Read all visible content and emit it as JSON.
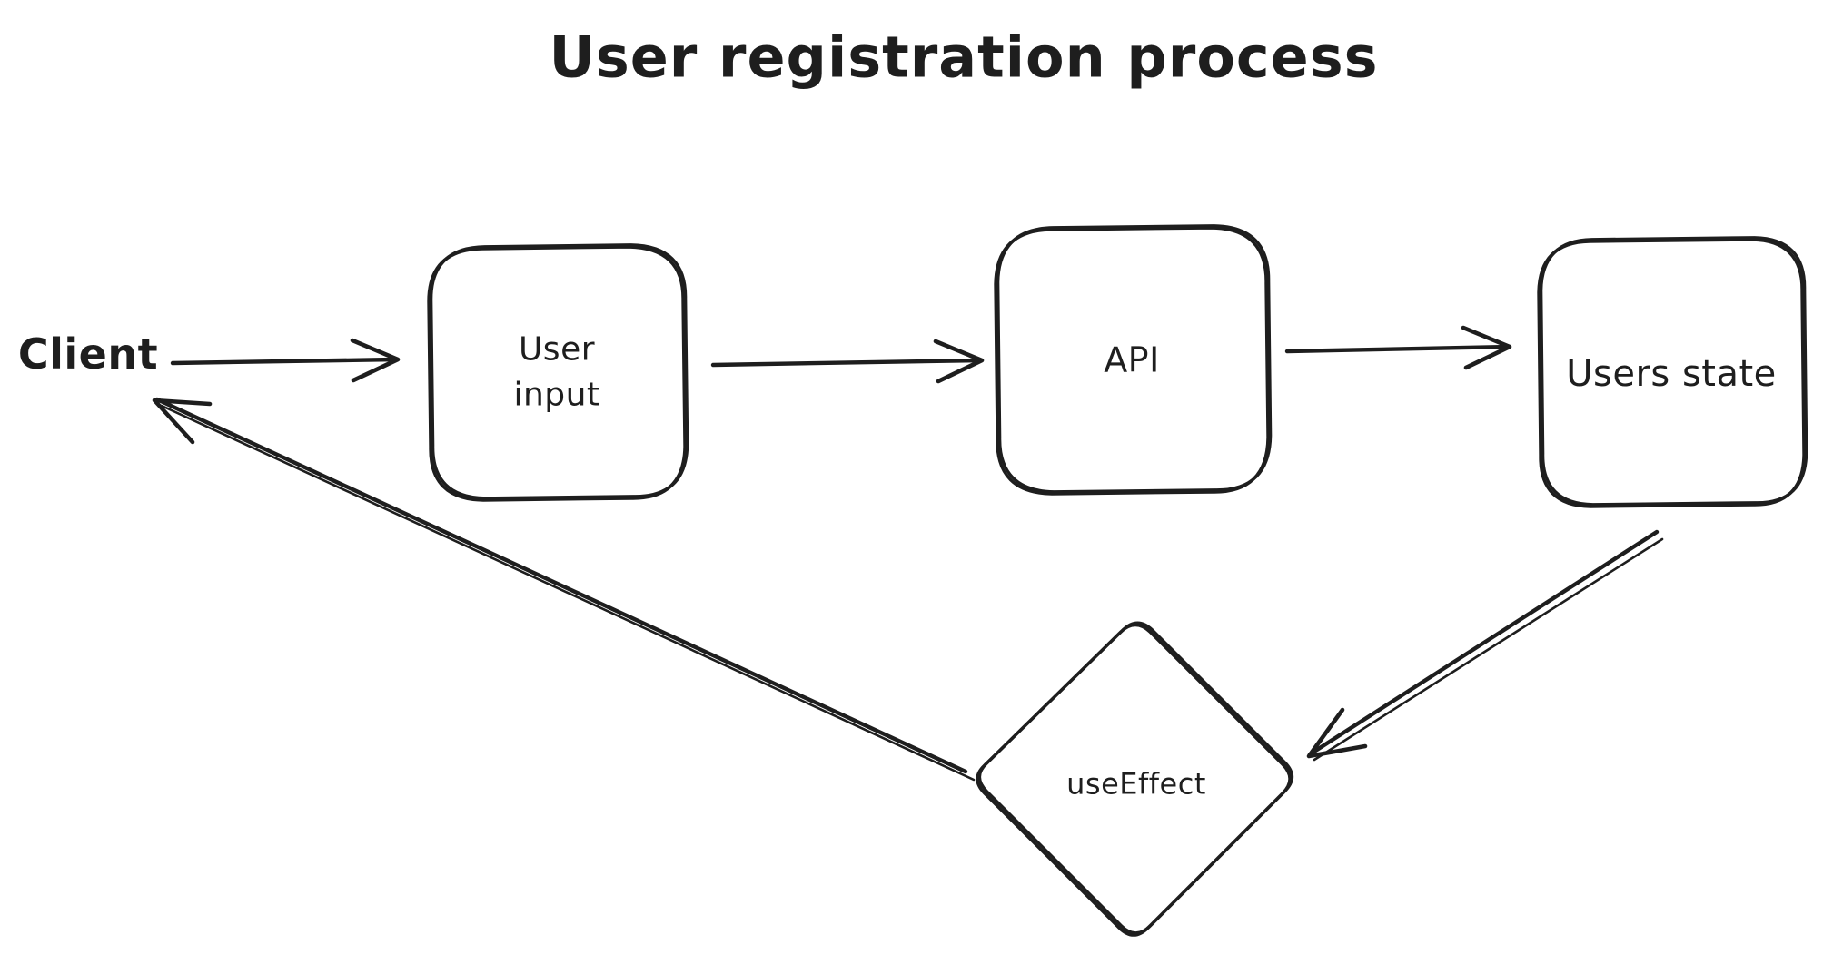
{
  "diagram": {
    "title": "User registration process",
    "colors": {
      "ink": "#1e1e1e",
      "background": "#ffffff"
    },
    "nodes": {
      "client": {
        "label": "Client",
        "shape": "text"
      },
      "user_input": {
        "label": "User\ninput",
        "shape": "rounded-rectangle"
      },
      "api": {
        "label": "API",
        "shape": "rounded-rectangle"
      },
      "users_state": {
        "label": "Users state",
        "shape": "rounded-rectangle"
      },
      "use_effect": {
        "label": "useEffect",
        "shape": "diamond"
      }
    },
    "edges": [
      {
        "from": "Client",
        "to": "User input",
        "style": "arrow"
      },
      {
        "from": "User input",
        "to": "API",
        "style": "arrow"
      },
      {
        "from": "API",
        "to": "Users state",
        "style": "arrow"
      },
      {
        "from": "Users state",
        "to": "useEffect",
        "style": "arrow"
      },
      {
        "from": "useEffect",
        "to": "Client",
        "style": "arrow"
      }
    ]
  }
}
